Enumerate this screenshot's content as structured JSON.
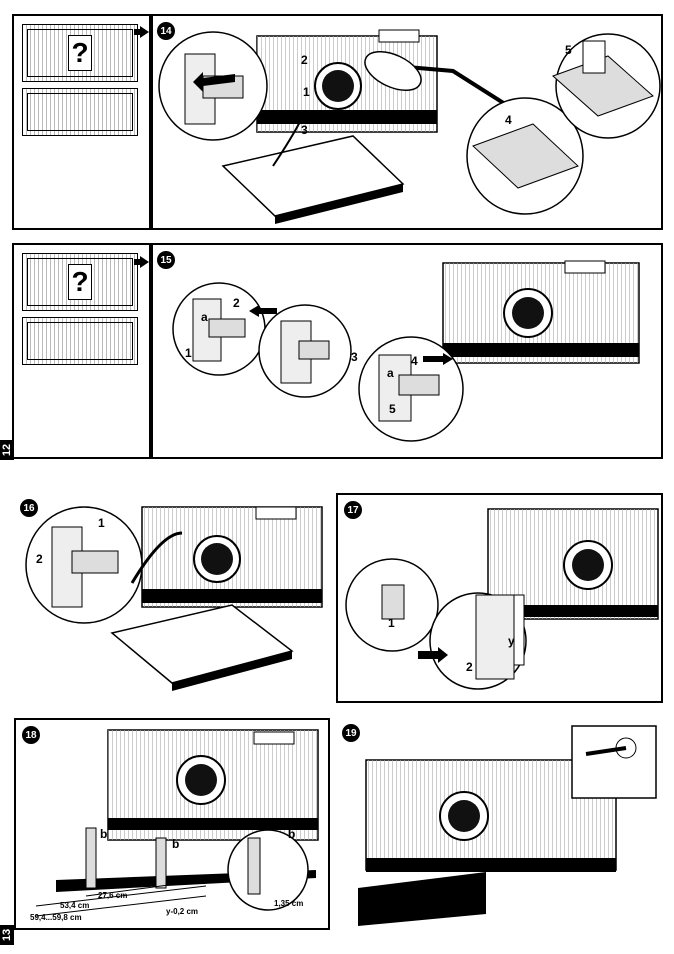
{
  "steps": {
    "s14": {
      "number": "14",
      "labels": [
        "1",
        "2",
        "3",
        "4",
        "5"
      ]
    },
    "s15": {
      "number": "15",
      "labels": [
        "1",
        "2",
        "3",
        "4",
        "5",
        "a",
        "a"
      ]
    },
    "s16": {
      "number": "16",
      "labels": [
        "1",
        "2"
      ]
    },
    "s17": {
      "number": "17",
      "labels": [
        "1",
        "2",
        "y"
      ]
    },
    "s18": {
      "number": "18",
      "labels": [
        "b",
        "b",
        "b"
      ],
      "dimensions": [
        "27,6 cm",
        "53,4 cm",
        "59,4...59,8 cm",
        "y-0,2 cm",
        "1,35 cm"
      ]
    },
    "s19": {
      "number": "19"
    }
  },
  "page_numbers": [
    "12",
    "13"
  ],
  "help_symbol": "?"
}
